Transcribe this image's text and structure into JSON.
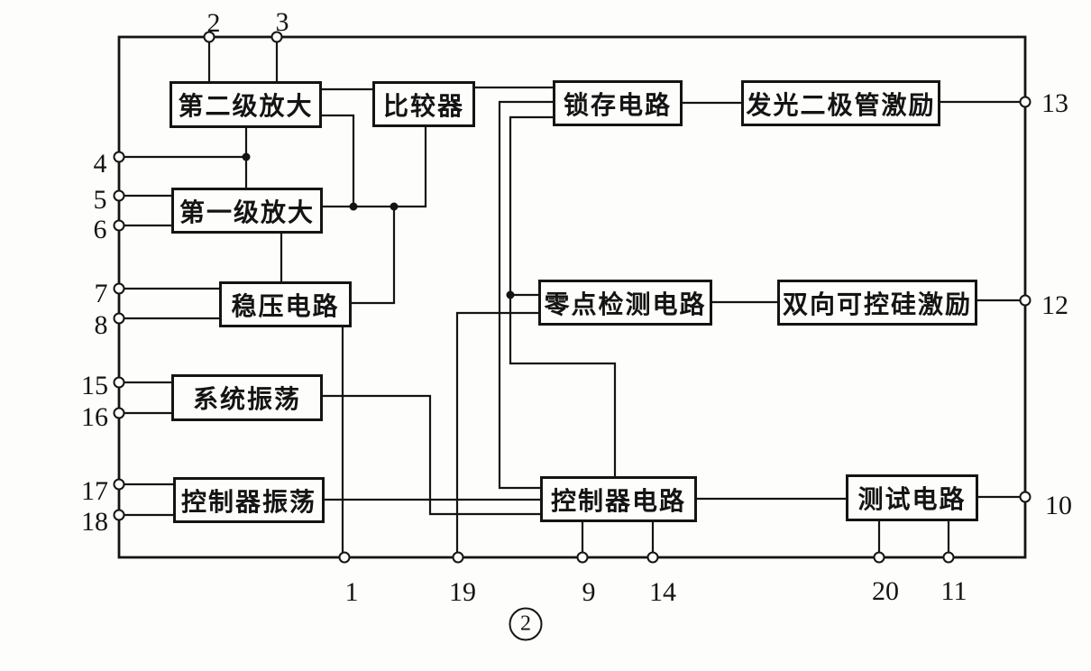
{
  "figure": {
    "caption": "2",
    "ink_color": "#141414",
    "paper_color": "#fdfdfb"
  },
  "blocks": {
    "second_stage_amp": {
      "label": "第二级放大"
    },
    "comparator": {
      "label": "比较器"
    },
    "latch": {
      "label": "锁存电路"
    },
    "led_drive": {
      "label": "发光二极管激励"
    },
    "first_stage_amp": {
      "label": "第一级放大"
    },
    "regulator": {
      "label": "稳压电路"
    },
    "zero_detect": {
      "label": "零点检测电路"
    },
    "triac_drive": {
      "label": "双向可控硅激励"
    },
    "system_osc": {
      "label": "系统振荡"
    },
    "controller_osc": {
      "label": "控制器振荡"
    },
    "controller": {
      "label": "控制器电路"
    },
    "test_circuit": {
      "label": "测试电路"
    }
  },
  "pins": {
    "top": [
      {
        "number": "2"
      },
      {
        "number": "3"
      }
    ],
    "left": [
      {
        "number": "4"
      },
      {
        "number": "5"
      },
      {
        "number": "6"
      },
      {
        "number": "7"
      },
      {
        "number": "8"
      },
      {
        "number": "15"
      },
      {
        "number": "16"
      },
      {
        "number": "17"
      },
      {
        "number": "18"
      }
    ],
    "right": [
      {
        "number": "13"
      },
      {
        "number": "12"
      },
      {
        "number": "10"
      }
    ],
    "bottom": [
      {
        "number": "1"
      },
      {
        "number": "19"
      },
      {
        "number": "9"
      },
      {
        "number": "14"
      },
      {
        "number": "20"
      },
      {
        "number": "11"
      }
    ]
  }
}
